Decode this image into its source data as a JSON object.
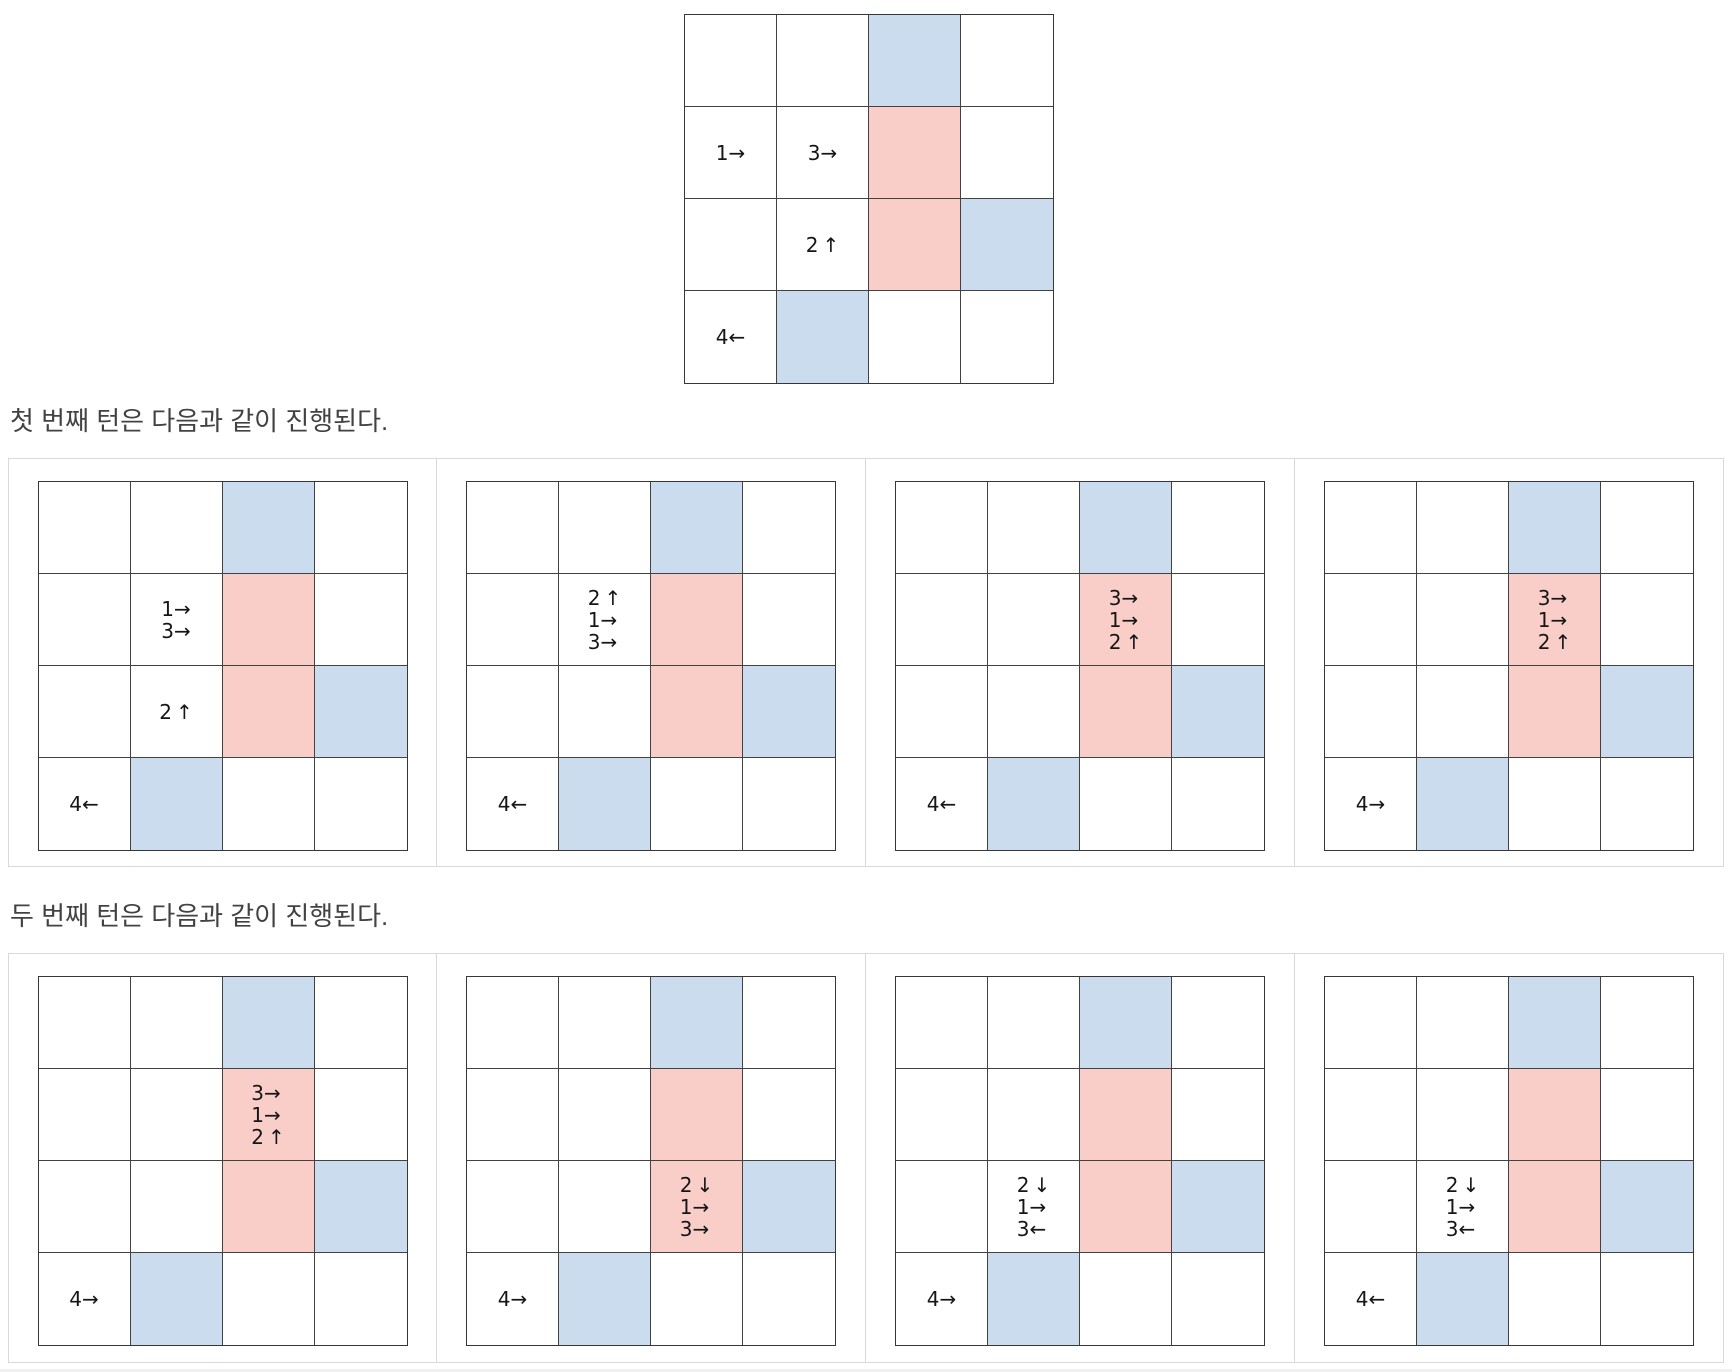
{
  "sections": {
    "turn1_caption": "첫 번째 턴은 다음과 같이 진행된다.",
    "turn2_caption": "두 번째 턴은 다음과 같이 진행된다."
  },
  "colors": {
    "blue_cell": "#cbdcee",
    "red_cell": "#f9cdc8",
    "grid_line": "#424242",
    "panel_border": "#d9d9d9",
    "caption_text": "#424242",
    "label_text": "#161616"
  },
  "board": {
    "rows": 4,
    "cols": 4,
    "colored_cells": {
      "blue": [
        [
          0,
          2
        ],
        [
          2,
          3
        ],
        [
          3,
          1
        ]
      ],
      "red": [
        [
          1,
          2
        ],
        [
          2,
          2
        ]
      ]
    }
  },
  "grids": {
    "initial": {
      "labels": [
        {
          "r": 1,
          "c": 0,
          "lines": [
            "1→"
          ]
        },
        {
          "r": 1,
          "c": 1,
          "lines": [
            "3→"
          ]
        },
        {
          "r": 2,
          "c": 1,
          "lines": [
            "2 ↑"
          ]
        },
        {
          "r": 3,
          "c": 0,
          "lines": [
            "4←"
          ]
        }
      ]
    },
    "turn1": [
      {
        "labels": [
          {
            "r": 1,
            "c": 1,
            "lines": [
              "1→",
              "3→"
            ]
          },
          {
            "r": 2,
            "c": 1,
            "lines": [
              "2 ↑"
            ]
          },
          {
            "r": 3,
            "c": 0,
            "lines": [
              "4←"
            ]
          }
        ]
      },
      {
        "labels": [
          {
            "r": 1,
            "c": 1,
            "lines": [
              "2 ↑",
              "1→",
              "3→"
            ]
          },
          {
            "r": 3,
            "c": 0,
            "lines": [
              "4←"
            ]
          }
        ]
      },
      {
        "labels": [
          {
            "r": 1,
            "c": 2,
            "lines": [
              "3→",
              "1→",
              "2 ↑"
            ]
          },
          {
            "r": 3,
            "c": 0,
            "lines": [
              "4←"
            ]
          }
        ]
      },
      {
        "labels": [
          {
            "r": 1,
            "c": 2,
            "lines": [
              "3→",
              "1→",
              "2 ↑"
            ]
          },
          {
            "r": 3,
            "c": 0,
            "lines": [
              "4→"
            ]
          }
        ]
      }
    ],
    "turn2": [
      {
        "labels": [
          {
            "r": 1,
            "c": 2,
            "lines": [
              "3→",
              "1→",
              "2 ↑"
            ]
          },
          {
            "r": 3,
            "c": 0,
            "lines": [
              "4→"
            ]
          }
        ]
      },
      {
        "labels": [
          {
            "r": 2,
            "c": 2,
            "lines": [
              "2 ↓",
              "1→",
              "3→"
            ]
          },
          {
            "r": 3,
            "c": 0,
            "lines": [
              "4→"
            ]
          }
        ]
      },
      {
        "labels": [
          {
            "r": 2,
            "c": 1,
            "lines": [
              "2 ↓",
              "1→",
              "3←"
            ]
          },
          {
            "r": 3,
            "c": 0,
            "lines": [
              "4→"
            ]
          }
        ]
      },
      {
        "labels": [
          {
            "r": 2,
            "c": 1,
            "lines": [
              "2 ↓",
              "1→",
              "3←"
            ]
          },
          {
            "r": 3,
            "c": 0,
            "lines": [
              "4←"
            ]
          }
        ]
      }
    ]
  }
}
